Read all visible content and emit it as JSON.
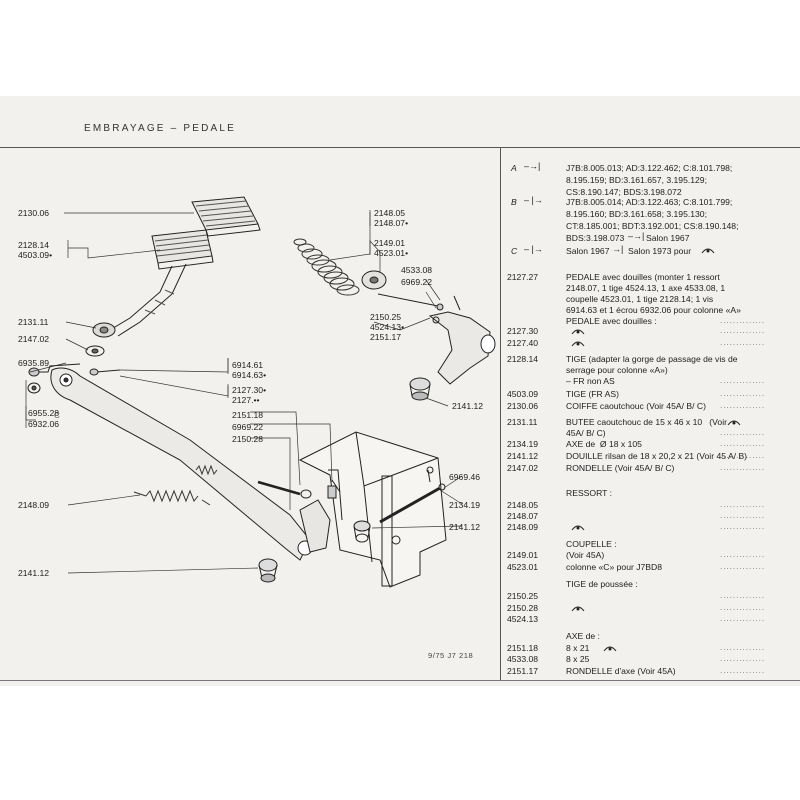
{
  "header": {
    "title": "EMBRAYAGE – PEDALE"
  },
  "footer": {
    "ref": "9/75 J7 218"
  },
  "callouts": {
    "c_213006": "2130.06",
    "c_212814": "2128.14",
    "c_450309": "4503.09•",
    "c_213111": "2131.11",
    "c_214702": "2147.02",
    "c_693589": "6935.89",
    "c_695528": "6955.28",
    "c_693206": "6932.06",
    "c_214809": "2148.09",
    "c_214112a": "2141.12",
    "c_691461": "6914.61",
    "c_691463": "6914.63•",
    "c_212730": "2127.30•",
    "c_212740": "2127.••",
    "c_215118": "2151.18",
    "c_696922a": "6969.22",
    "c_215028": "2150.28",
    "c_214805": "2148.05",
    "c_214807": "2148.07•",
    "c_214901": "2149.01",
    "c_452301": "4523.01•",
    "c_453308": "4533.08",
    "c_696922b": "6969.22",
    "c_215025": "2150.25",
    "c_452413": "4524.13•",
    "c_215117": "2151.17",
    "c_214112b": "2141.12",
    "c_696946": "6969.46",
    "c_213419": "2134.19",
    "c_214112c": "2141.12"
  },
  "notes": {
    "A": {
      "letter": "A",
      "l1": "J7B:8.005.013; AD:3.122.462; C:8.101.798;",
      "l2": "8.195.159; BD:3.161.657, 3.195.129;",
      "l3": "CS:8.190.147; BDS:3.198.072"
    },
    "B": {
      "letter": "B",
      "l1": "J7B:8.005.014; AD:3.122.463; C:8.101.799;",
      "l2": "8.195.160; BD:3.161.658; 3.195.130;",
      "l3": "CT:8.185.001; BDT:3.192.001; CS:8.190.148;",
      "l4": "BDS:3.198.073",
      "l4b": "Salon 1967"
    },
    "C": {
      "letter": "C",
      "t1": "Salon 1967",
      "t2": "Salon 1973 pour"
    }
  },
  "parts": [
    {
      "pn": "2127.27",
      "lines": [
        "PEDALE avec douilles (monter 1 ressort",
        "2148.07, 1 tige 4524.13, 1 axe 4533.08, 1",
        "coupelle 4523.01, 1 tige 2128.14; 1 vis",
        "6914.63 et 1 écrou 6932.06 pour colonne «A»",
        "PEDALE avec douilles :"
      ]
    },
    {
      "pn": "2127.30",
      "lines": [
        ""
      ]
    },
    {
      "pn": "2127.40",
      "lines": [
        ""
      ]
    },
    {
      "pn": "2128.14",
      "lines": [
        "TIGE (adapter la gorge de passage de vis de",
        "serrage pour colonne «A»)",
        "– FR non AS"
      ]
    },
    {
      "pn": "4503.09",
      "lines": [
        "TIGE (FR AS)"
      ]
    },
    {
      "pn": "2130.06",
      "lines": [
        "COIFFE caoutchouc (Voir 45A/ B/ C)"
      ]
    },
    {
      "pn": "2131.11",
      "lines": [
        "BUTEE caoutchouc de 15 x 46 x 10   (Voir",
        "45A/ B/ C)"
      ]
    },
    {
      "pn": "2134.19",
      "lines": [
        "AXE de  Ø 18 x 105"
      ]
    },
    {
      "pn": "2141.12",
      "lines": [
        "DOUILLE rilsan de 18 x 20,2 x 21 (Voir 45 A/ B)"
      ]
    },
    {
      "pn": "2147.02",
      "lines": [
        "RONDELLE (Voir 45A/ B/ C)"
      ]
    },
    {
      "pn": "",
      "lines": [
        "RESSORT :"
      ]
    },
    {
      "pn": "2148.05",
      "lines": [
        ""
      ]
    },
    {
      "pn": "2148.07",
      "lines": [
        ""
      ]
    },
    {
      "pn": "2148.09",
      "lines": [
        ""
      ]
    },
    {
      "pn": "",
      "lines": [
        "COUPELLE :"
      ]
    },
    {
      "pn": "2149.01",
      "lines": [
        "(Voir 45A)"
      ]
    },
    {
      "pn": "4523.01",
      "lines": [
        "colonne «C» pour J7BD8"
      ]
    },
    {
      "pn": "",
      "lines": [
        "TIGE de poussée :"
      ]
    },
    {
      "pn": "2150.25",
      "lines": [
        ""
      ]
    },
    {
      "pn": "2150.28",
      "lines": [
        ""
      ]
    },
    {
      "pn": "4524.13",
      "lines": [
        ""
      ]
    },
    {
      "pn": "",
      "lines": [
        "AXE de :"
      ]
    },
    {
      "pn": "2151.18",
      "lines": [
        "8 x 21"
      ]
    },
    {
      "pn": "4533.08",
      "lines": [
        "8 x 25"
      ]
    },
    {
      "pn": "2151.17",
      "lines": [
        "RONDELLE d'axe (Voir 45A)"
      ]
    }
  ]
}
